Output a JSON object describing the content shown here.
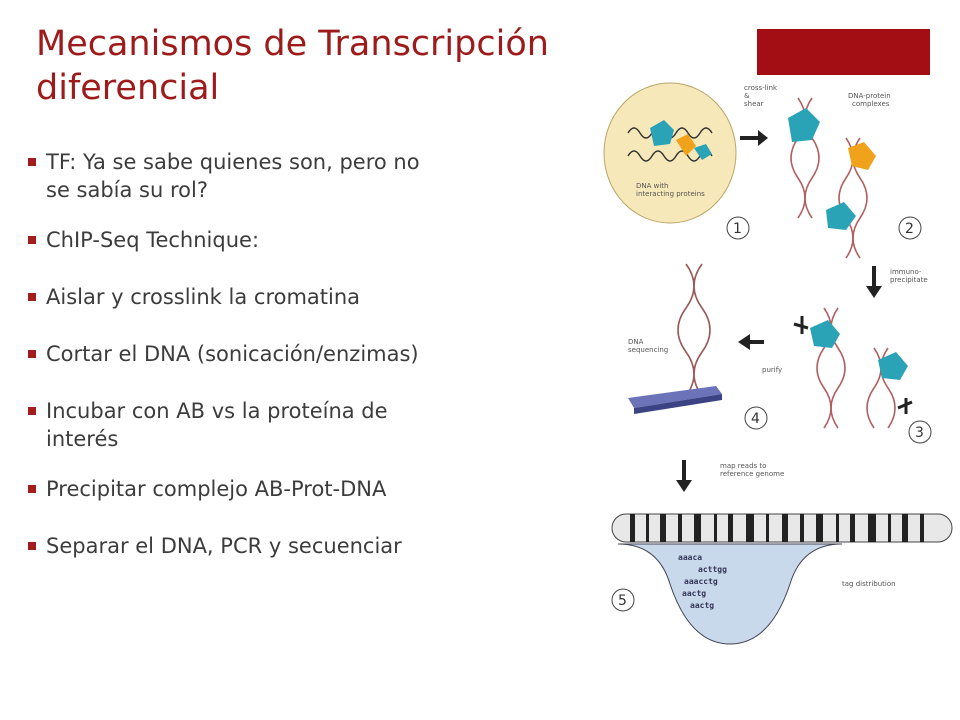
{
  "title": {
    "line1": "Mecanismos de Transcripción",
    "line2": "diferencial"
  },
  "bullets": [
    {
      "line1": "TF: Ya se sabe quienes son, pero no",
      "line2": "se sabía su rol?"
    },
    {
      "line1": "ChIP-Seq Technique:"
    },
    {
      "line1": "Aislar y crosslink la cromatina"
    },
    {
      "line1": "Cortar el DNA (sonicación/enzimas)"
    },
    {
      "line1": "Incubar con AB vs la proteína de",
      "line2": "interés"
    },
    {
      "line1": "Precipitar complejo AB-Prot-DNA"
    },
    {
      "line1": "Separar el DNA, PCR y secuenciar"
    }
  ],
  "diagram": {
    "dna_with_proteins_1": "DNA with",
    "dna_with_proteins_2": "interacting proteins",
    "crosslink_1": "cross-link",
    "crosslink_2": "&",
    "crosslink_3": "shear",
    "complexes_1": "DNA-protein",
    "complexes_2": "complexes",
    "immuno_1": "immuno-",
    "immuno_2": "precipitate",
    "purify": "purify",
    "sequencing_1": "DNA",
    "sequencing_2": "sequencing",
    "map_1": "map reads to",
    "map_2": "reference genome",
    "tag_distribution": "tag distribution",
    "step_numbers": [
      "1",
      "2",
      "3",
      "4",
      "5"
    ],
    "tags": [
      "aaaca",
      "acttgg",
      "aaacctg",
      "aactg",
      "aactg"
    ]
  },
  "colors": {
    "title": "#9e1b1b",
    "accent": "#a30d14",
    "bullet": "#a31d1d",
    "text": "#3c3c3c",
    "protein_blue": "#2ba3b7",
    "protein_orange": "#f0a21b"
  }
}
